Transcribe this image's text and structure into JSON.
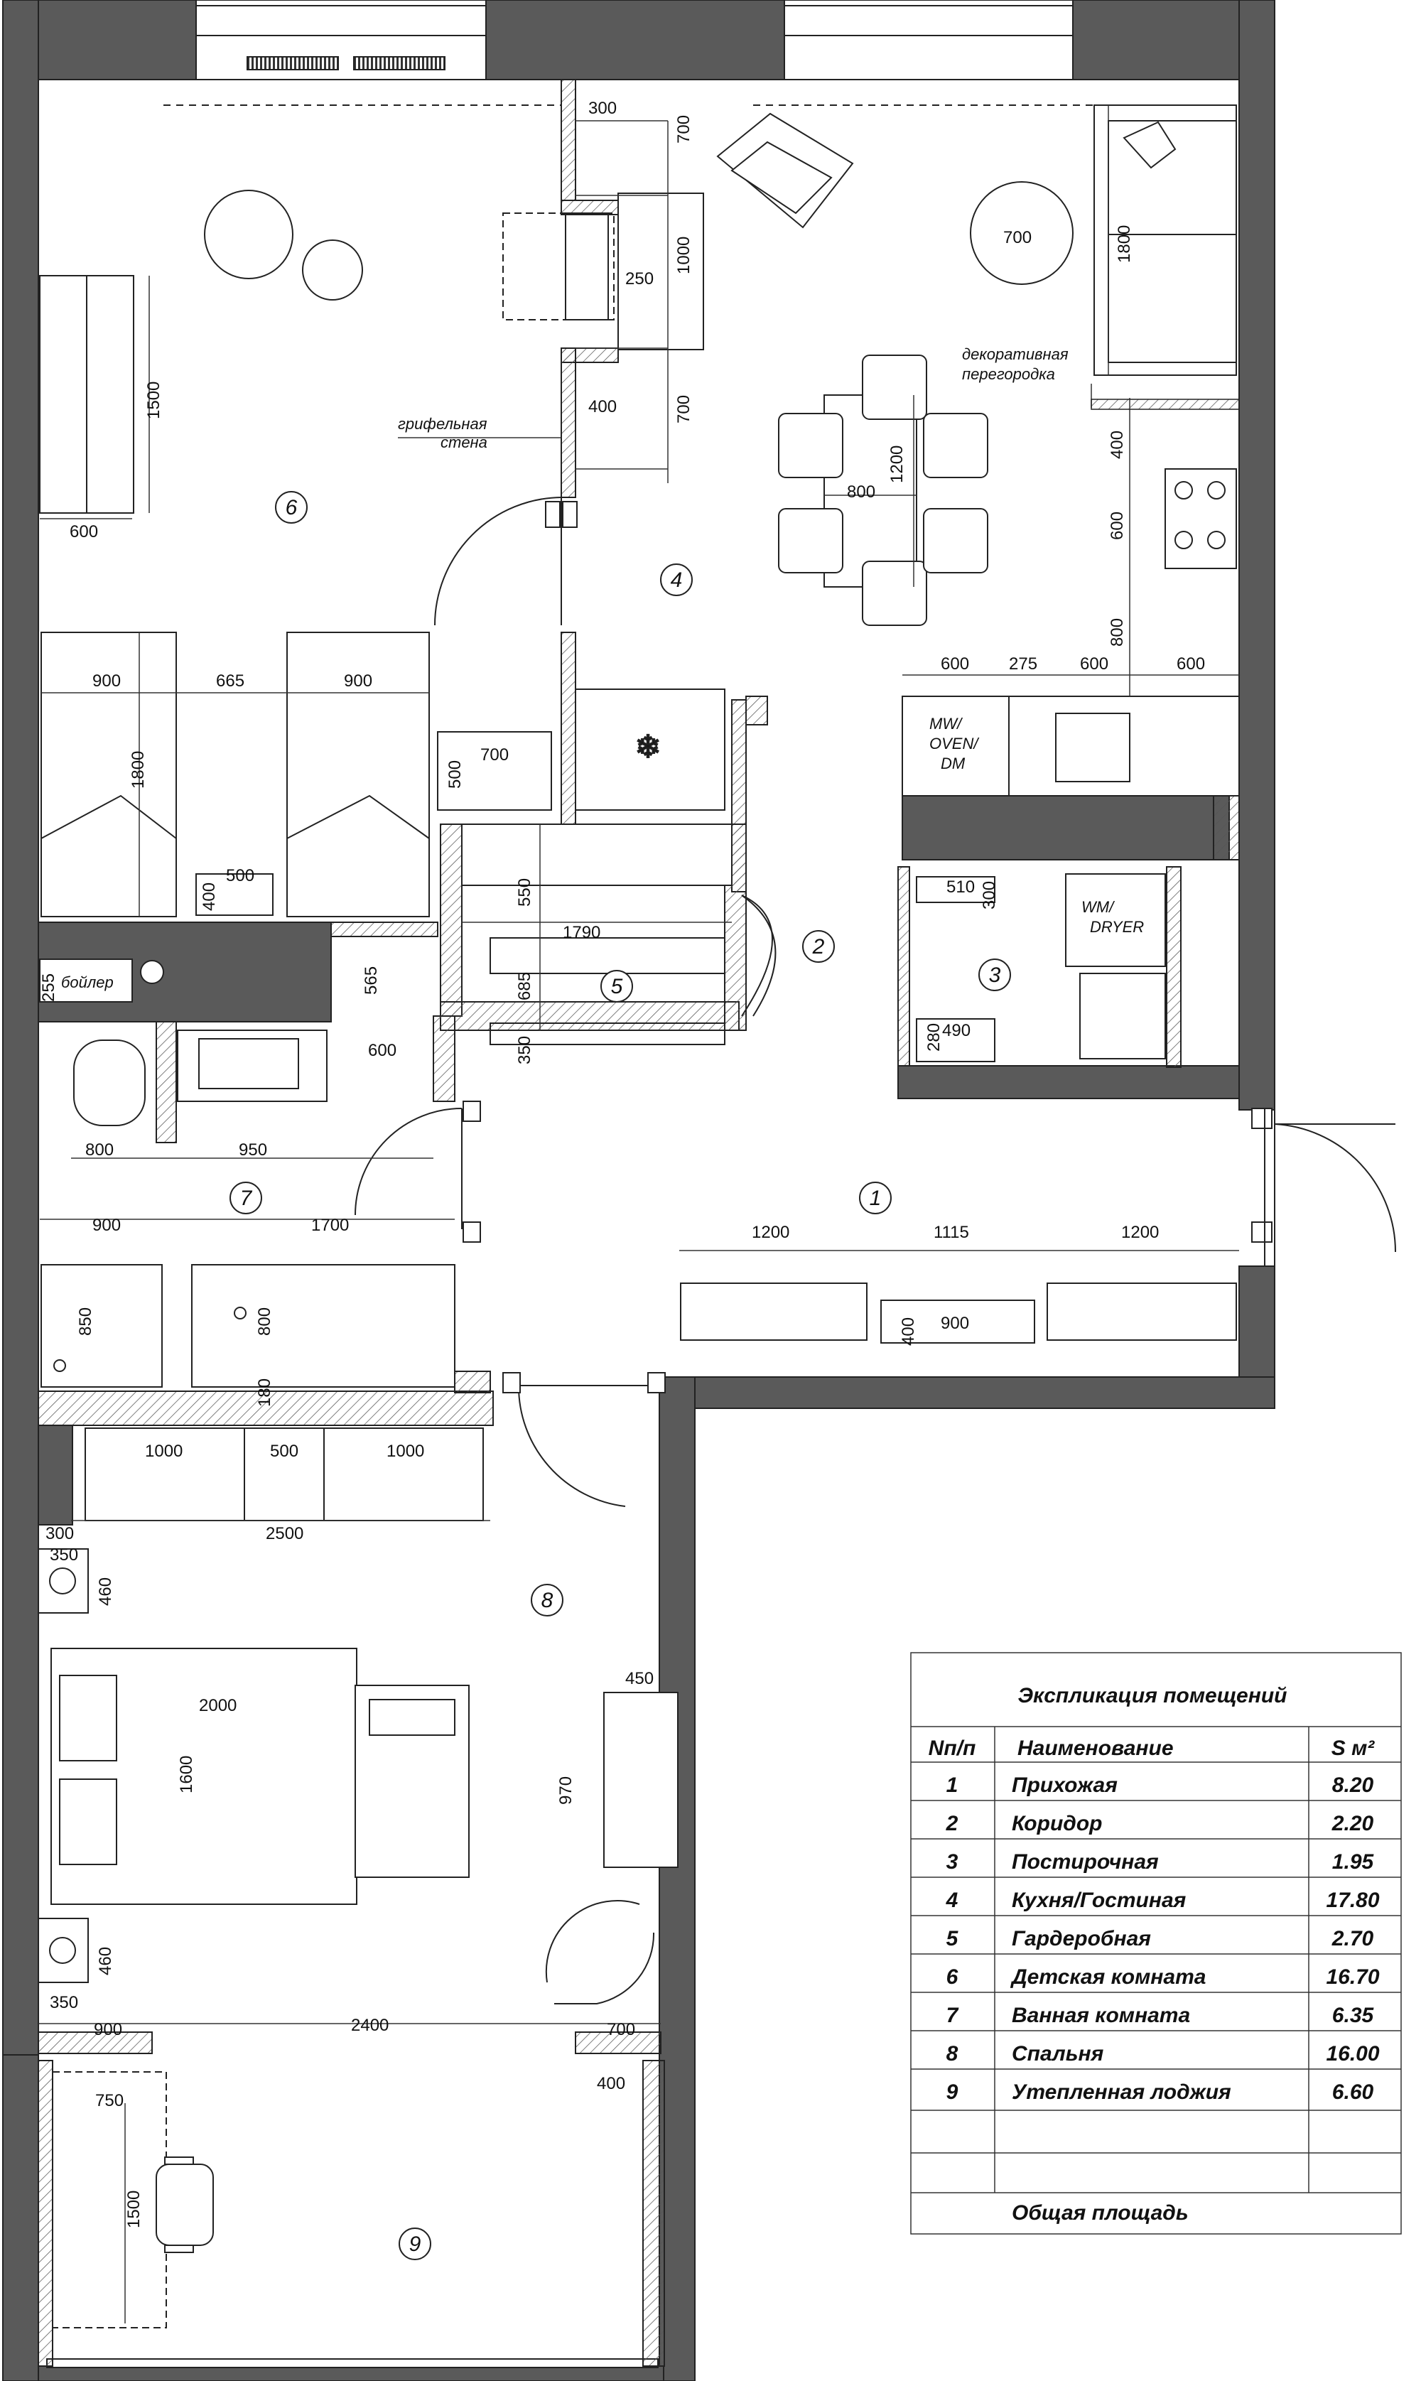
{
  "rooms_markers": [
    "1",
    "2",
    "3",
    "4",
    "5",
    "6",
    "7",
    "8",
    "9"
  ],
  "labels": {
    "slate_wall": [
      "грифельная",
      "стена"
    ],
    "decor_partition": [
      "декоративная",
      "перегородка"
    ],
    "boiler": "бойлер",
    "mw_oven_dm": [
      "MW/",
      "OVEN/",
      "DM"
    ],
    "wm_dryer": [
      "WM/",
      "DRYER"
    ]
  },
  "dimensions": {
    "d300_top": "300",
    "d700_a": "700",
    "d1000": "1000",
    "d250": "250",
    "d400_a": "400",
    "d700_b": "700",
    "d700_rug": "700",
    "d1800_sofa": "1800",
    "d1200_table": "1200",
    "d800_table": "800",
    "d1500_desk": "1500",
    "d600_desk": "600",
    "d400_k": "400",
    "d600_k": "600",
    "d800_k": "800",
    "k600a": "600",
    "k275": "275",
    "k600b": "600",
    "k600c": "600",
    "d900_bed1": "900",
    "d665": "665",
    "d900_bed2": "900",
    "d1800_bed": "1800",
    "d500_night": "500",
    "d400_night": "400",
    "d700_shelf": "700",
    "d500_shelf": "500",
    "d550": "550",
    "d1790": "1790",
    "d685": "685",
    "d350": "350",
    "d510": "510",
    "d300_l": "300",
    "d490": "490",
    "d280": "280",
    "d255": "255",
    "d565": "565",
    "d600_b": "600",
    "d800_wc": "800",
    "d950": "950",
    "d900_bath": "900",
    "d1700": "1700",
    "d850": "850",
    "d800_bath": "800",
    "d180": "180",
    "h1200a": "1200",
    "h1115": "1115",
    "h1200b": "1200",
    "h900_bench": "900",
    "h400_bench": "400",
    "w1000a": "1000",
    "w500": "500",
    "w1000b": "1000",
    "w2500": "2500",
    "w300": "300",
    "s350a": "350",
    "s460a": "460",
    "b2000": "2000",
    "b1600": "1600",
    "c450": "450",
    "c970": "970",
    "s460b": "460",
    "s350b": "350",
    "w900": "900",
    "w2400": "2400",
    "w700": "700",
    "l750": "750",
    "l400": "400",
    "l1500": "1500"
  },
  "explication": {
    "title": "Экспликация помещений",
    "headers": [
      "Nп/п",
      "Наименование",
      "S м²"
    ],
    "rows": [
      {
        "n": "1",
        "name": "Прихожая",
        "s": "8.20"
      },
      {
        "n": "2",
        "name": "Коридор",
        "s": "2.20"
      },
      {
        "n": "3",
        "name": "Постирочная",
        "s": "1.95"
      },
      {
        "n": "4",
        "name": "Кухня/Гостиная",
        "s": "17.80"
      },
      {
        "n": "5",
        "name": "Гардеробная",
        "s": "2.70"
      },
      {
        "n": "6",
        "name": "Детская комната",
        "s": "16.70"
      },
      {
        "n": "7",
        "name": "Ванная комната",
        "s": "6.35"
      },
      {
        "n": "8",
        "name": "Спальня",
        "s": "16.00"
      },
      {
        "n": "9",
        "name": "Утепленная лоджия",
        "s": "6.60"
      }
    ],
    "total_label": "Общая площадь"
  }
}
